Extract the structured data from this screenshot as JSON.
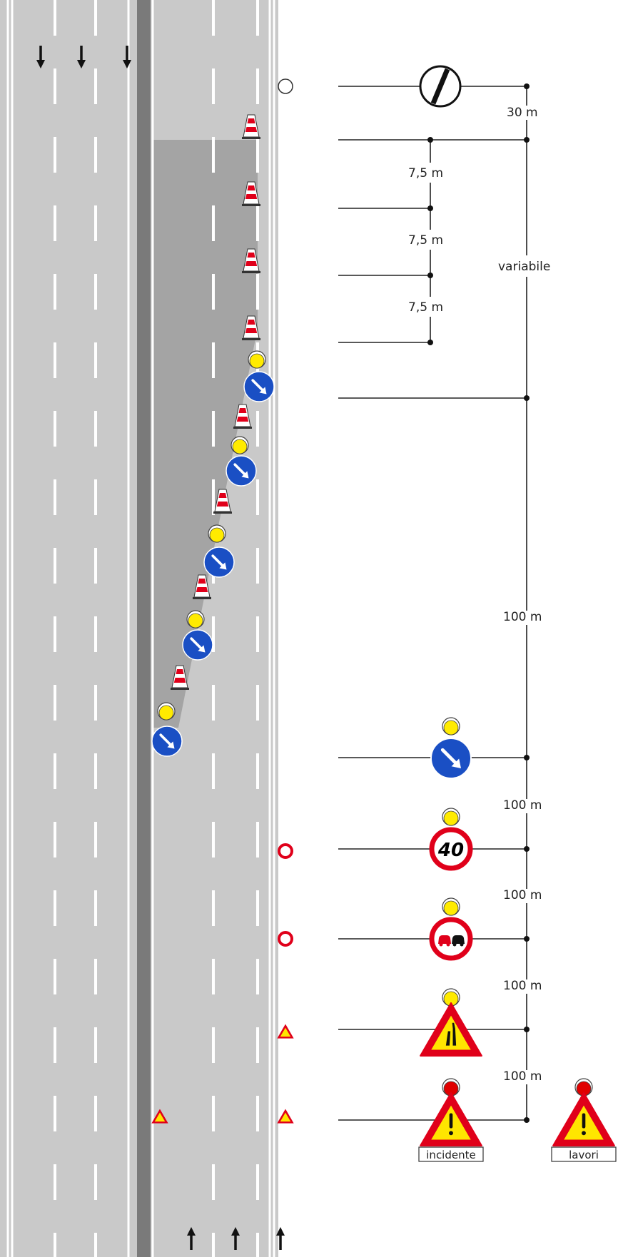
{
  "distances": {
    "d_end_sign": "30  m",
    "d_taper_1": "7,5  m",
    "d_taper_2": "7,5  m",
    "d_taper_3": "7,5  m",
    "d_variable": "variabile",
    "d_taper_length": "100  m",
    "d_sign_1": "100  m",
    "d_sign_2": "100  m",
    "d_sign_3": "100  m",
    "d_sign_4": "100  m"
  },
  "signs": {
    "speed_limit": "40",
    "panel_left": "incidente",
    "panel_right": "lavori"
  },
  "traffic_directions": {
    "left_carriageway": "down",
    "right_carriageway": "up"
  },
  "colors": {
    "road": "#c9c9c9",
    "median": "#7a7a7a",
    "work_zone": "#a4a4a4",
    "keep_right_blue": "#1a4fc4",
    "warning_red": "#e0001a",
    "warning_yellow": "#ffe600",
    "lamp_yellow": "#ffeb00",
    "lamp_red": "#e00000"
  },
  "icons": {
    "end_of_restrictions": "end-of-restrictions-icon",
    "keep_right": "keep-right-arrow-icon",
    "speed_limit": "speed-limit-icon",
    "no_overtaking": "no-overtaking-icon",
    "road_narrows": "road-narrows-warning-icon",
    "danger": "danger-warning-icon",
    "cone": "traffic-cone-icon",
    "lamp": "flashing-lamp-icon"
  }
}
